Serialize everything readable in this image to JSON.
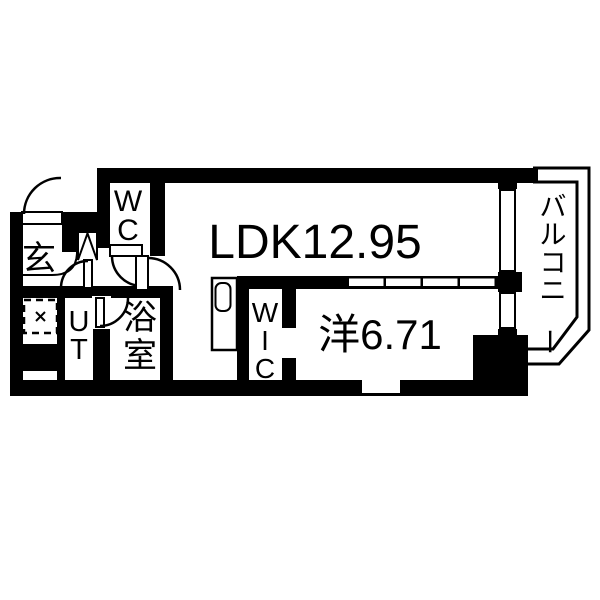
{
  "floorplan": {
    "background": "#ffffff",
    "line_color": "#000000",
    "rooms": {
      "ldk": {
        "label": "LDK12.95"
      },
      "western_room": {
        "label": "洋6.71"
      },
      "balcony": {
        "label": "バルコニー",
        "orientation": "vertical"
      },
      "wc": {
        "label": "WC",
        "orientation": "vertical"
      },
      "entrance": {
        "label": "玄"
      },
      "utility": {
        "label": "UT",
        "orientation": "vertical"
      },
      "bathroom": {
        "label": "浴室",
        "orientation": "vertical"
      },
      "walk_in_closet": {
        "label": "WIC",
        "orientation": "vertical"
      }
    }
  }
}
